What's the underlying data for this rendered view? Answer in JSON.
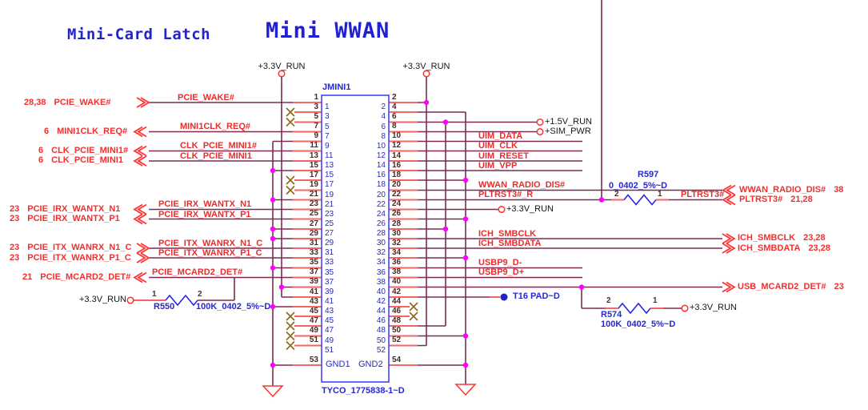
{
  "titles": {
    "latch": "Mini-Card Latch",
    "main": "Mini WWAN"
  },
  "connector": {
    "refdes": "JMINI1",
    "part": "TYCO_1775838-1~D",
    "gnd_left": "GND1",
    "gnd_right": "GND2",
    "left_pins": [
      "1",
      "3",
      "5",
      "7",
      "9",
      "11",
      "13",
      "15",
      "17",
      "19",
      "21",
      "23",
      "25",
      "27",
      "29",
      "31",
      "33",
      "35",
      "37",
      "39",
      "41",
      "43",
      "45",
      "47",
      "49",
      "51",
      "53"
    ],
    "right_pins": [
      "2",
      "4",
      "6",
      "8",
      "10",
      "12",
      "14",
      "16",
      "18",
      "20",
      "22",
      "24",
      "26",
      "28",
      "30",
      "32",
      "34",
      "36",
      "38",
      "40",
      "42",
      "44",
      "46",
      "48",
      "50",
      "52",
      "54"
    ]
  },
  "left_ports": [
    {
      "pages": "28,38",
      "name": "PCIE_WAKE#"
    },
    {
      "pages": "6",
      "name": "MINI1CLK_REQ#"
    },
    {
      "pages": "6",
      "name": "CLK_PCIE_MINI1#"
    },
    {
      "pages": "6",
      "name": "CLK_PCIE_MINI1"
    },
    {
      "pages": "23",
      "name": "PCIE_IRX_WANTX_N1"
    },
    {
      "pages": "23",
      "name": "PCIE_IRX_WANTX_P1"
    },
    {
      "pages": "23",
      "name": "PCIE_ITX_WANRX_N1_C"
    },
    {
      "pages": "23",
      "name": "PCIE_ITX_WANRX_P1_C"
    },
    {
      "pages": "21",
      "name": "PCIE_MCARD2_DET#"
    }
  ],
  "right_ports": [
    {
      "name": "WWAN_RADIO_DIS#",
      "pages": "38"
    },
    {
      "name": "PLTRST3#",
      "pages": "21,28"
    },
    {
      "name": "ICH_SMBCLK",
      "pages": "23,28"
    },
    {
      "name": "ICH_SMBDATA",
      "pages": "23,28"
    },
    {
      "name": "USB_MCARD2_DET#",
      "pages": "23"
    }
  ],
  "net_labels": [
    "PCIE_WAKE#",
    "MINI1CLK_REQ#",
    "CLK_PCIE_MINI1#",
    "CLK_PCIE_MINI1",
    "PCIE_IRX_WANTX_N1",
    "PCIE_IRX_WANTX_P1",
    "PCIE_ITX_WANRX_N1_C",
    "PCIE_ITX_WANRX_P1_C",
    "PCIE_MCARD2_DET#",
    "UIM_DATA",
    "UIM_CLK",
    "UIM_RESET",
    "UIM_VPP",
    "WWAN_RADIO_DIS#",
    "PLTRST3#_R",
    "PLTRST3#",
    "ICH_SMBCLK",
    "ICH_SMBDATA",
    "USBP9_D-",
    "USBP9_D+"
  ],
  "resistors": [
    {
      "ref": "R550",
      "value": "100K_0402_5%~D",
      "p1": "1",
      "p2": "2"
    },
    {
      "ref": "R597",
      "value": "0_0402_5%~D",
      "p1": "1",
      "p2": "2"
    },
    {
      "ref": "R574",
      "value": "100K_0402_5%~D",
      "p1": "1",
      "p2": "2"
    }
  ],
  "power_nets": {
    "v33": "+3.3V_RUN",
    "v15": "+1.5V_RUN",
    "sim": "+SIM_PWR"
  },
  "test_point": {
    "label": "T16  PAD~D"
  },
  "colors": {
    "wire": "#7a2b52",
    "stub": "#f26666",
    "accent_red": "#ff3333",
    "junction": "#ff00ff",
    "component_blue": "#2828e0",
    "nc_x": "#8f6b1e"
  }
}
